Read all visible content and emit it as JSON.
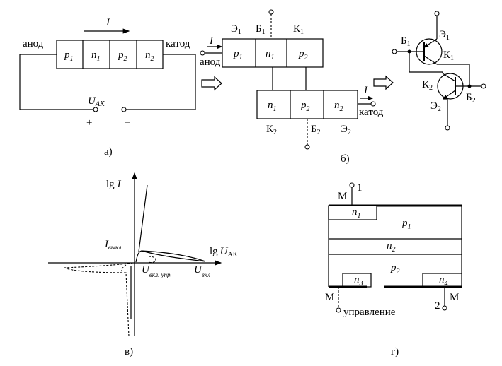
{
  "panel_a": {
    "anode": "анод",
    "cathode": "катод",
    "current": "I",
    "layers": [
      {
        "main": "p",
        "sub": "1"
      },
      {
        "main": "n",
        "sub": "1"
      },
      {
        "main": "p",
        "sub": "2"
      },
      {
        "main": "n",
        "sub": "2"
      }
    ],
    "voltage": {
      "main": "U",
      "sub": "АК"
    },
    "plus": "+",
    "minus": "−",
    "caption": "а)"
  },
  "panel_b": {
    "top_layers": [
      {
        "main": "p",
        "sub": "1"
      },
      {
        "main": "n",
        "sub": "1"
      },
      {
        "main": "p",
        "sub": "2"
      }
    ],
    "bottom_layers": [
      {
        "main": "n",
        "sub": "1"
      },
      {
        "main": "p",
        "sub": "2"
      },
      {
        "main": "n",
        "sub": "2"
      }
    ],
    "e1": {
      "main": "Э",
      "sub": "1"
    },
    "b1": {
      "main": "Б",
      "sub": "1"
    },
    "k1": {
      "main": "К",
      "sub": "1"
    },
    "k2": {
      "main": "К",
      "sub": "2"
    },
    "b2": {
      "main": "Б",
      "sub": "2"
    },
    "e2": {
      "main": "Э",
      "sub": "2"
    },
    "current_in": "I",
    "current_out": "I",
    "anode": "анод",
    "cathode": "катод",
    "caption": "б)"
  },
  "panel_tr": {
    "b1": {
      "main": "Б",
      "sub": "1"
    },
    "e1": {
      "main": "Э",
      "sub": "1"
    },
    "k1": {
      "main": "К",
      "sub": "1"
    },
    "k2": {
      "main": "К",
      "sub": "2"
    },
    "b2": {
      "main": "Б",
      "sub": "2"
    },
    "e2": {
      "main": "Э",
      "sub": "2"
    }
  },
  "panel_v": {
    "y_axis": {
      "main": "lg",
      "var": "I"
    },
    "x_axis": {
      "main": "lg",
      "var": "U",
      "sub": "АК"
    },
    "i_off": {
      "main": "I",
      "sub": "выкл"
    },
    "u_on_ctrl": {
      "main": "U",
      "sub": "вкл. упр."
    },
    "u_on": {
      "main": "U",
      "sub": "вкл"
    },
    "caption": "в)"
  },
  "panel_g": {
    "n1": {
      "main": "n",
      "sub": "1"
    },
    "p1": {
      "main": "p",
      "sub": "1"
    },
    "n2": {
      "main": "n",
      "sub": "2"
    },
    "p2": {
      "main": "p",
      "sub": "2"
    },
    "n3": {
      "main": "n",
      "sub": "3"
    },
    "n4": {
      "main": "n",
      "sub": "4"
    },
    "m_top": "М",
    "t1": "1",
    "m_left": "М",
    "control": "управление",
    "t2": "2",
    "m_right": "М",
    "caption": "г)"
  }
}
